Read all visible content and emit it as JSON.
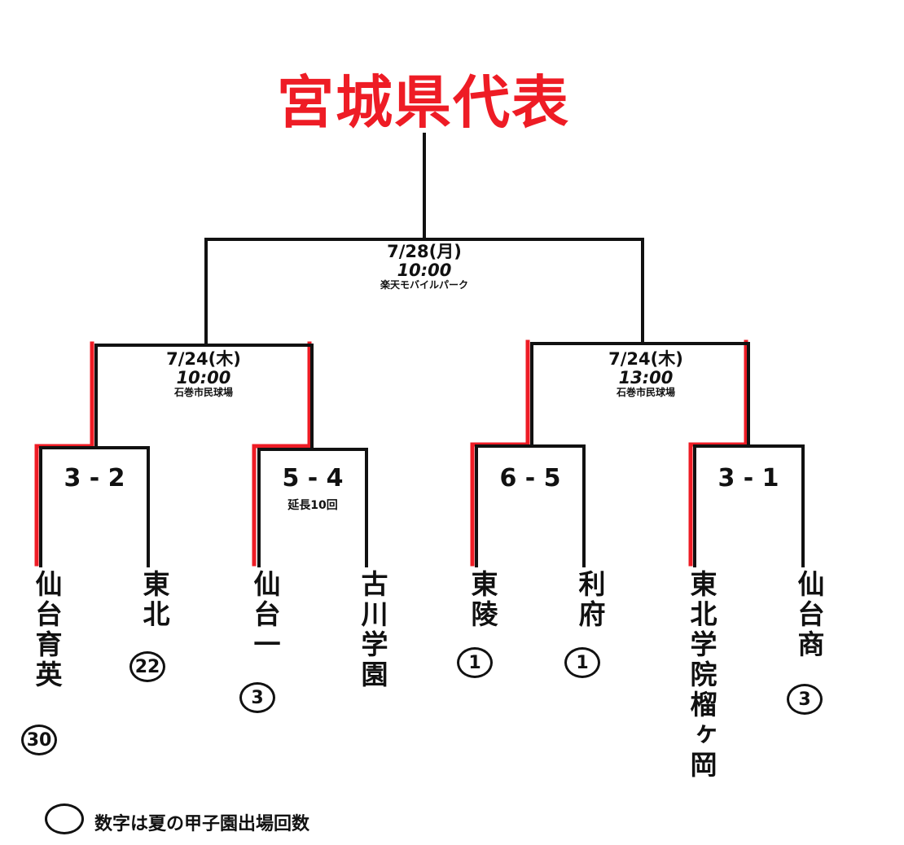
{
  "title": "宮城県代表",
  "colors": {
    "accent": "#ee1c25",
    "line": "#111111"
  },
  "final": {
    "date": "7/28(月)",
    "time": "10:00",
    "venue": "楽天モバイルパーク"
  },
  "semifinals": [
    {
      "date": "7/24(木)",
      "time": "10:00",
      "venue": "石巻市民球場"
    },
    {
      "date": "7/24(木)",
      "time": "13:00",
      "venue": "石巻市民球場"
    }
  ],
  "quarterfinals": [
    {
      "score": "3 - 2",
      "note": ""
    },
    {
      "score": "5 - 4",
      "note": "延長10回"
    },
    {
      "score": "6 - 5",
      "note": ""
    },
    {
      "score": "3 - 1",
      "note": ""
    }
  ],
  "teams": [
    {
      "name": "仙台育英",
      "appearances": "30",
      "winner": true
    },
    {
      "name": "東北",
      "appearances": "22",
      "winner": false
    },
    {
      "name": "仙台一",
      "appearances": "3",
      "winner": true
    },
    {
      "name": "古川学園",
      "appearances": "",
      "winner": false
    },
    {
      "name": "東陵",
      "appearances": "1",
      "winner": true
    },
    {
      "name": "利府",
      "appearances": "1",
      "winner": false
    },
    {
      "name": "東北学院榴ヶ岡",
      "appearances": "",
      "winner": true
    },
    {
      "name": "仙台商",
      "appearances": "3",
      "winner": false
    }
  ],
  "legend": {
    "text": "数字は夏の甲子園出場回数"
  }
}
